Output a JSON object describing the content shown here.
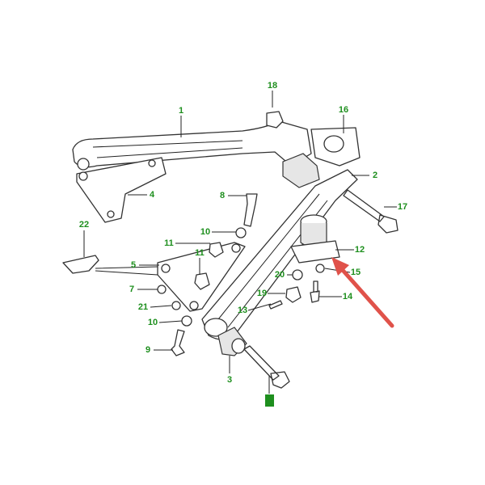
{
  "diagram": {
    "labels": {
      "l1": "1",
      "l2": "2",
      "l3": "3",
      "l4": "4",
      "l5": "5",
      "l7": "7",
      "l8": "8",
      "l9": "9",
      "l10a": "10",
      "l10b": "10",
      "l11a": "11",
      "l11b": "11",
      "l12": "12",
      "l13": "13",
      "l14": "14",
      "l15": "15",
      "l16": "16",
      "l17": "17",
      "l18": "18",
      "l19": "19",
      "l20": "20",
      "l21": "21",
      "l22": "22"
    },
    "colors": {
      "label": "#1e8f1e",
      "arrow": "#e0524a",
      "badge": "#1e8f1e"
    }
  }
}
